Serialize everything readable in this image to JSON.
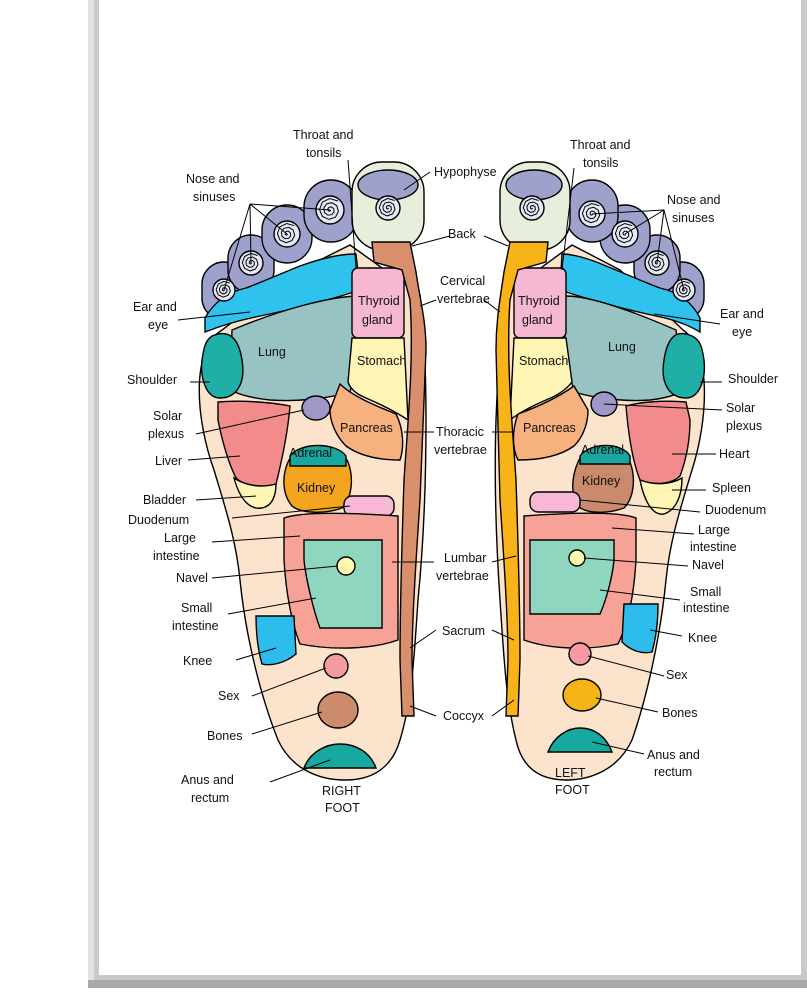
{
  "colors": {
    "sole": "#FBE3CC",
    "toe_tip": "#9EA1CC",
    "spiral_fill": "#E6E8F6",
    "big_toe": "#E7EEDB",
    "sinus_band": "#2EC2EC",
    "spine_right": "#D98F6B",
    "spine_left": "#F9B31A",
    "lung": "#97C4C3",
    "shoulder": "#1FAFA6",
    "thyroid": "#F6B7D3",
    "stomach": "#FFF5B5",
    "pancreas": "#F7B17E",
    "liver_heart": "#F28C8C",
    "bladder_spleen": "#FFF5B5",
    "solar": "#9F97C8",
    "adrenal": "#18A69E",
    "kidney_right": "#F4A520",
    "kidney_left": "#C98B6C",
    "duodenum": "#F6B8D4",
    "large_intestine": "#F6A296",
    "small_intestine": "#8FD6C0",
    "navel": "#FFF8B0",
    "knee": "#2EBCEC",
    "sex": "#F59AA0",
    "bones_right": "#CC8B6A",
    "bones_left": "#F4B316",
    "anus": "#17A8A0"
  },
  "labels": {
    "throat_right": [
      "Throat and",
      "tonsils"
    ],
    "nose_right": [
      "Nose and",
      "sinuses"
    ],
    "hypophyse": "Hypophyse",
    "back": "Back",
    "cervical": [
      "Cervical",
      "vertebrae"
    ],
    "ear_right": [
      "Ear and",
      "eye"
    ],
    "shoulder_right": "Shoulder",
    "solar_right": [
      "Solar",
      "plexus"
    ],
    "liver": "Liver",
    "bladder": "Bladder",
    "duodenum_right": "Duodenum",
    "large_right": [
      "Large",
      "intestine"
    ],
    "navel_right": "Navel",
    "small_right": [
      "Small",
      "intestine"
    ],
    "knee_right": "Knee",
    "sex_right": "Sex",
    "bones_right": "Bones",
    "anus_right": [
      "Anus and",
      "rectum"
    ],
    "thoracic": [
      "Thoracic",
      "vertebrae"
    ],
    "lumbar": [
      "Lumbar",
      "vertebrae"
    ],
    "sacrum": "Sacrum",
    "coccyx": "Coccyx",
    "throat_left": [
      "Throat and",
      "tonsils"
    ],
    "nose_left": [
      "Nose and",
      "sinuses"
    ],
    "ear_left": [
      "Ear and",
      "eye"
    ],
    "shoulder_left": "Shoulder",
    "solar_left": [
      "Solar",
      "plexus"
    ],
    "heart": "Heart",
    "spleen": "Spleen",
    "duodenum_left": "Duodenum",
    "large_left": [
      "Large",
      "intestine"
    ],
    "navel_left": "Navel",
    "small_left": [
      "Small",
      "intestine"
    ],
    "knee_left": "Knee",
    "sex_left": "Sex",
    "bones_left": "Bones",
    "anus_left": [
      "Anus and",
      "rectum"
    ],
    "right_foot": [
      "RIGHT",
      "FOOT"
    ],
    "left_foot": [
      "LEFT",
      "FOOT"
    ]
  },
  "zones": {
    "thyroid_right": [
      "Thyroid",
      "gland"
    ],
    "stomach_right": "Stomach",
    "pancreas_right": "Pancreas",
    "lung_right": "Lung",
    "adrenal_right": "Adrenal",
    "kidney_right": "Kidney",
    "thyroid_left": [
      "Thyroid",
      "gland"
    ],
    "stomach_left": "Stomach",
    "pancreas_left": "Pancreas",
    "lung_left": "Lung",
    "adrenal_left": "Adrenal",
    "kidney_left": "Kidney"
  }
}
